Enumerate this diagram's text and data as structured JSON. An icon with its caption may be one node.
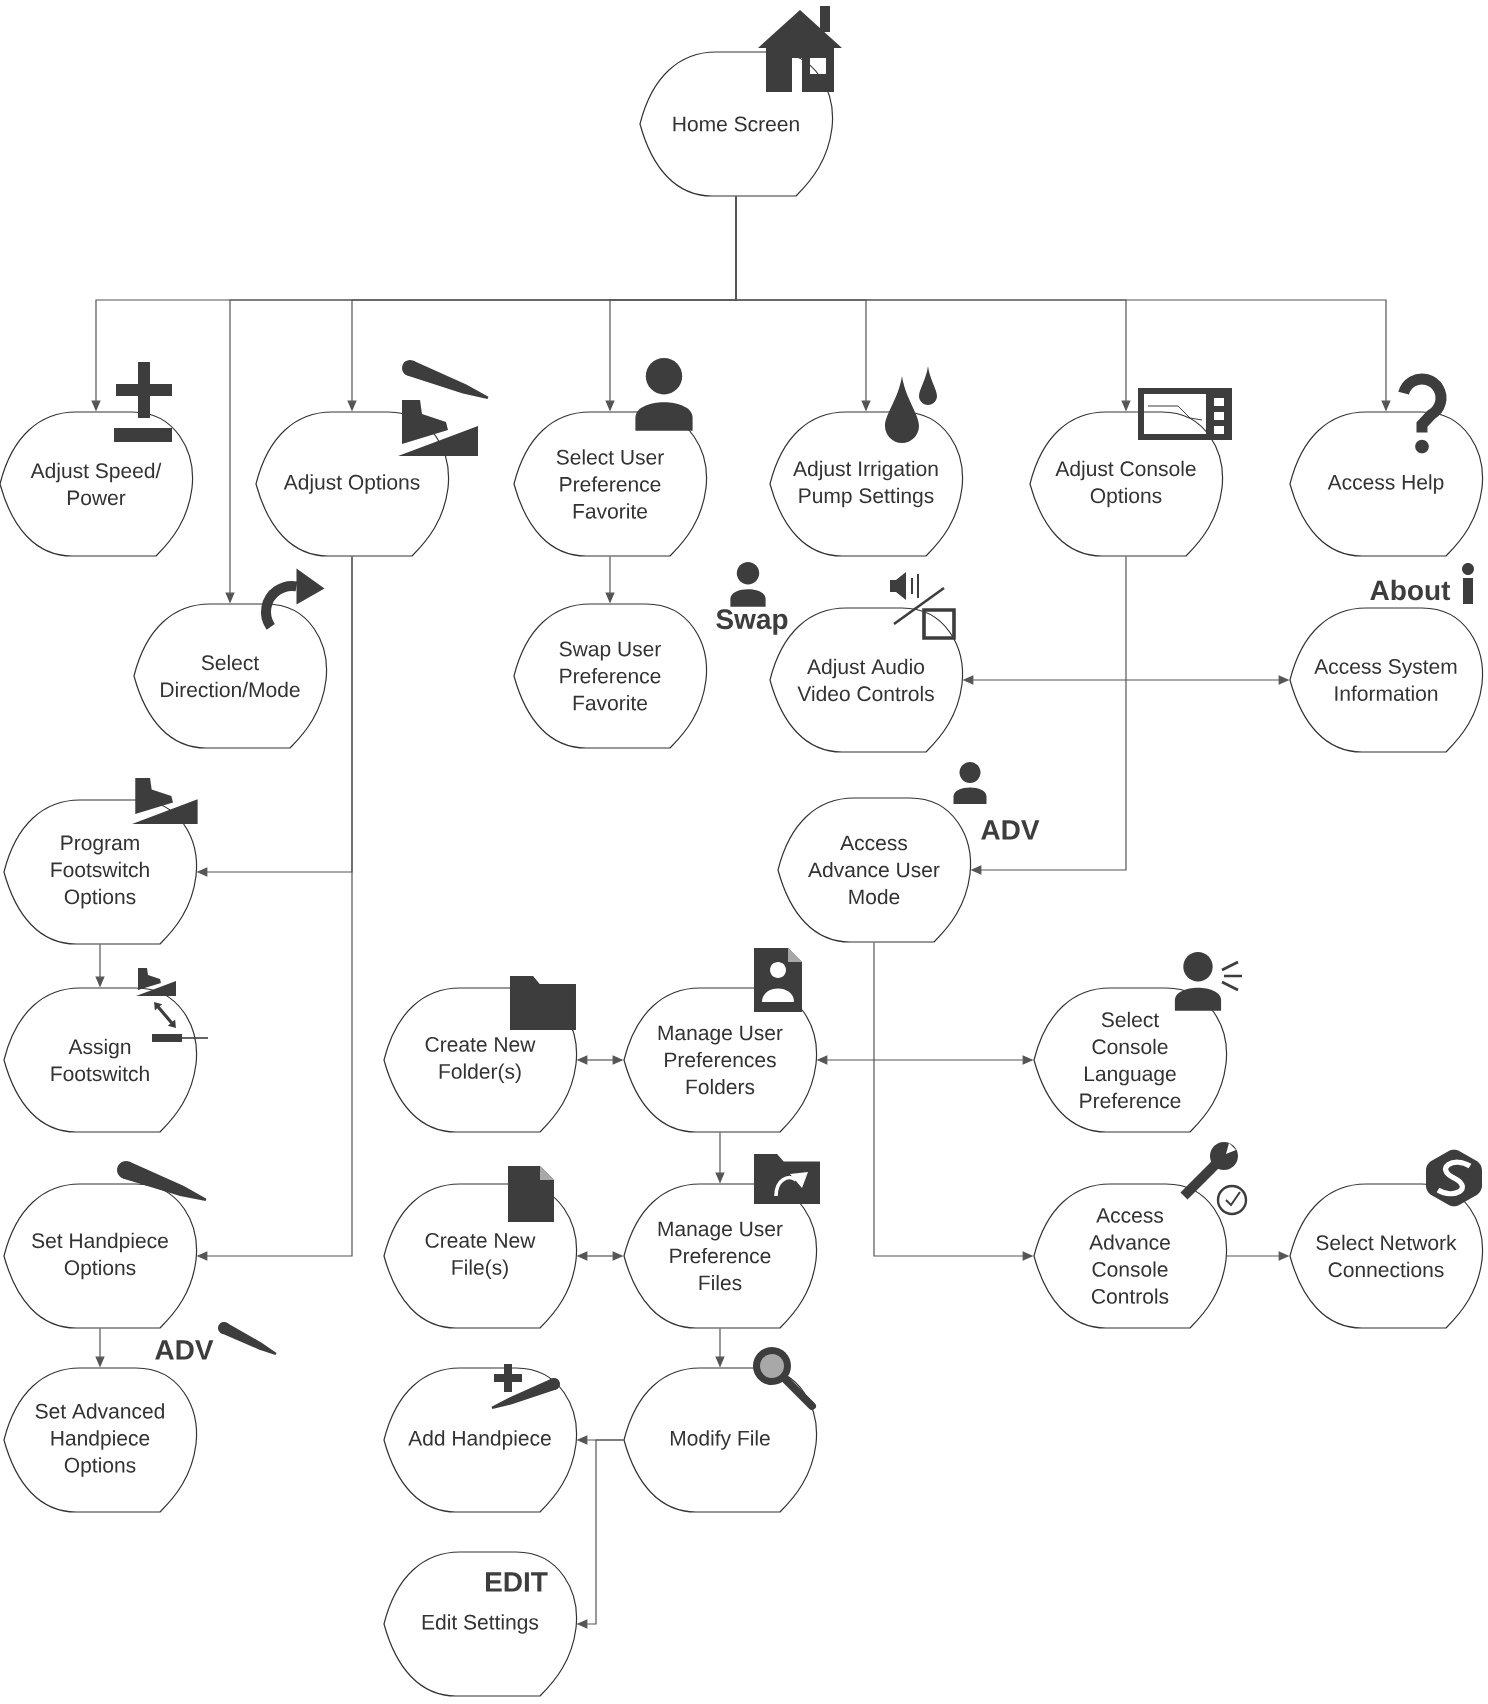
{
  "diagram": {
    "nodes": [
      {
        "text": [
          "Home Screen"
        ]
      },
      {
        "text": [
          "Adjust Speed/ Power"
        ]
      },
      {
        "text": [
          "Adjust Options"
        ]
      },
      {
        "text": [
          "Select User Preference Favorite"
        ]
      },
      {
        "text": [
          "Adjust Irrigation Pump Settings"
        ]
      },
      {
        "text": [
          "Adjust Console Options"
        ]
      },
      {
        "text": [
          "Access Help"
        ]
      },
      {
        "text": [
          "Select Direction/Mode"
        ]
      },
      {
        "text": [
          "Swap User Preference Favorite"
        ],
        "beside": [
          "Swap"
        ]
      },
      {
        "text": [
          "Adjust Audio Video Controls"
        ]
      },
      {
        "text": [
          "Access System Information"
        ],
        "beside": [
          "About"
        ]
      },
      {
        "text": [
          "Program Footswitch Options"
        ]
      },
      {
        "text": [
          "Access Advance User Mode"
        ],
        "beside": [
          "ADV"
        ]
      },
      {
        "text": [
          "Assign Footswitch"
        ]
      },
      {
        "text": [
          "Create New Folder(s)"
        ]
      },
      {
        "text": [
          "Manage User Preferences Folders"
        ]
      },
      {
        "text": [
          "Select Console Language Preference"
        ]
      },
      {
        "text": [
          "Set Handpiece Options"
        ]
      },
      {
        "text": [
          "Create New File(s)"
        ]
      },
      {
        "text": [
          "Manage User Preference Files"
        ]
      },
      {
        "text": [
          "Access Advance Console Controls"
        ]
      },
      {
        "text": [
          "Select Network Connections"
        ]
      },
      {
        "text": [
          "Set Advanced Handpiece Options"
        ],
        "beside": [
          "ADV"
        ]
      },
      {
        "text": [
          "Add Handpiece"
        ]
      },
      {
        "text": [
          "Modify File"
        ]
      },
      {
        "text": [
          "EDIT",
          "Edit Settings"
        ]
      }
    ],
    "edges": [
      {
        "from": 0,
        "to": 1,
        "arrow": "to"
      },
      {
        "from": 0,
        "to": 2,
        "arrow": "to"
      },
      {
        "from": 0,
        "to": 3,
        "arrow": "to"
      },
      {
        "from": 0,
        "to": 4,
        "arrow": "to"
      },
      {
        "from": 0,
        "to": 5,
        "arrow": "to"
      },
      {
        "from": 0,
        "to": 6,
        "arrow": "to"
      },
      {
        "from": 0,
        "to": 7,
        "arrow": "to"
      },
      {
        "from": 2,
        "to": 11,
        "arrow": "to"
      },
      {
        "from": 2,
        "to": 17,
        "arrow": "to"
      },
      {
        "from": 3,
        "to": 8,
        "arrow": "to"
      },
      {
        "from": 11,
        "to": 13,
        "arrow": "to"
      },
      {
        "from": 9,
        "to": 10,
        "arrow": "both"
      },
      {
        "from": 5,
        "to": 12,
        "arrow": "to"
      },
      {
        "from": 12,
        "to": 20,
        "arrow": "to"
      },
      {
        "from": 14,
        "to": 15,
        "arrow": "both"
      },
      {
        "from": 15,
        "to": 16,
        "arrow": "both"
      },
      {
        "from": 15,
        "to": 19,
        "arrow": "to"
      },
      {
        "from": 18,
        "to": 19,
        "arrow": "both"
      },
      {
        "from": 19,
        "to": 24,
        "arrow": "to"
      },
      {
        "from": 17,
        "to": 22,
        "arrow": "to"
      },
      {
        "from": 24,
        "to": 23,
        "arrow": "to"
      },
      {
        "from": 24,
        "to": 25,
        "arrow": "to"
      },
      {
        "from": 20,
        "to": 21,
        "arrow": "to"
      }
    ]
  }
}
